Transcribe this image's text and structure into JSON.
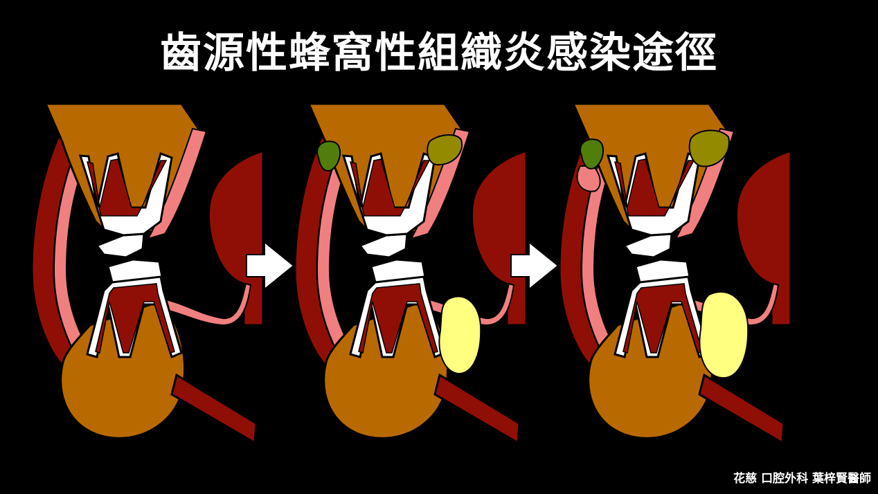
{
  "title": "齒源性蜂窩性組織炎感染途徑",
  "credit": "花慈 口腔外科 葉梓賢醫師",
  "panels": [
    {
      "stage": 1,
      "upper_abscess": false,
      "lower_abscess": false,
      "spread": false
    },
    {
      "stage": 2,
      "upper_abscess": true,
      "lower_abscess": true,
      "spread": false
    },
    {
      "stage": 3,
      "upper_abscess": true,
      "lower_abscess": true,
      "spread": true
    }
  ],
  "colors": {
    "bone": "#b86a00",
    "vessel": "#8f0f06",
    "mucosa": "#f08080",
    "tooth": "#ffffff",
    "abscess_green": "#4f7f0a",
    "abscess_olive": "#938a00",
    "abscess_yellow": "#ffff80",
    "arrow": "#ffffff"
  }
}
